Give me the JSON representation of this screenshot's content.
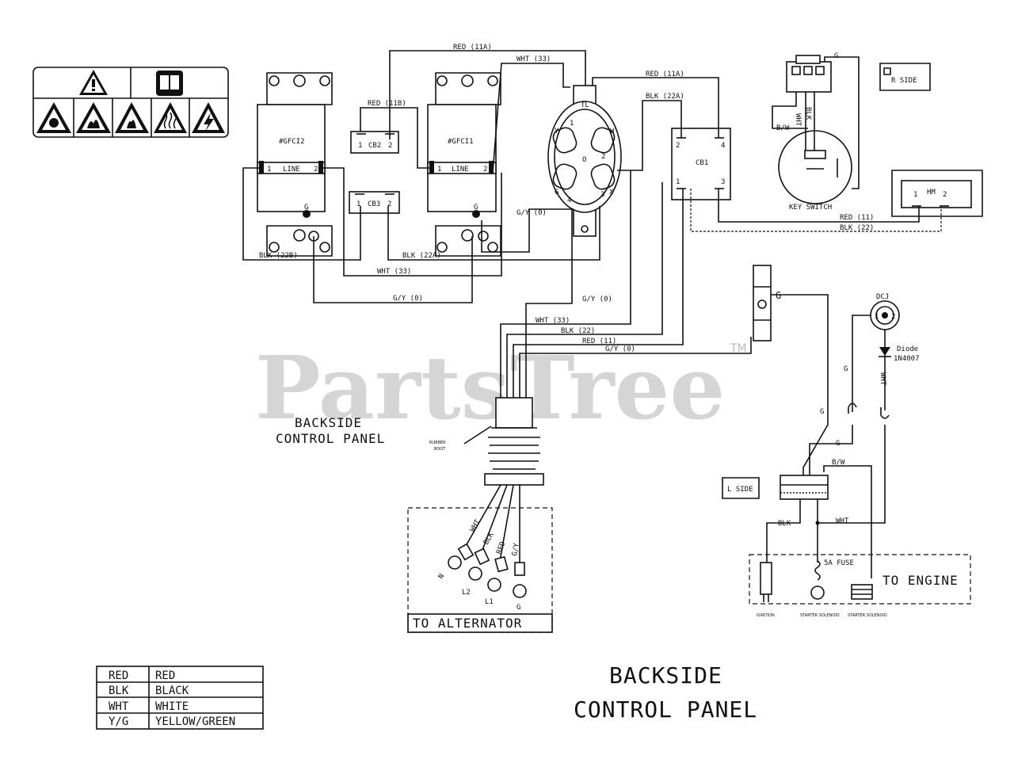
{
  "watermark": {
    "text": "PartsTree",
    "tm": "TM"
  },
  "outlets": [
    {
      "id": "gfci2",
      "name": "#GFCI2",
      "line": "LINE",
      "pin1": "1",
      "pin2": "2",
      "ground": "G"
    },
    {
      "id": "gfci1",
      "name": "#GFCI1",
      "line": "LINE",
      "pin1": "1",
      "pin2": "2",
      "ground": "G"
    }
  ],
  "breakers": {
    "cb2": {
      "name": "CB2",
      "pin1": "1",
      "pin2": "2"
    },
    "cb3": {
      "name": "CB3",
      "pin1": "1",
      "pin2": "2"
    },
    "cb1": {
      "name": "CB1",
      "pins": [
        "2",
        "4",
        "1",
        "3"
      ]
    }
  },
  "twistlock": {
    "name": "TL",
    "pins": [
      "Y",
      "1",
      "O",
      "W",
      "2",
      "G",
      "4",
      "3",
      "X"
    ]
  },
  "key_switch": {
    "label": "KEY SWITCH",
    "wires": [
      "G",
      "WHT",
      "BLK",
      "B/W"
    ]
  },
  "hour_meter": {
    "name": "HM",
    "pin1": "1",
    "pin2": "2"
  },
  "side_labels": {
    "r_side": "R SIDE",
    "l_side": "L SIDE"
  },
  "wire_labels": {
    "red_11a_top": "RED (11A)",
    "wht_33_top": "WHT (33)",
    "red_11b": "RED (11B)",
    "red_11a_right": "RED (11A)",
    "blk_22a_right": "BLK (22A)",
    "gy_0_center": "G/Y (0)",
    "blk_22b": "BLK (22B)",
    "blk_22a": "BLK (22A)",
    "wht_33_mid": "WHT (33)",
    "gy_0_low": "G/Y (0)",
    "red_11": "RED (11)",
    "blk_22": "BLK (22)",
    "gy_0_bundle": "G/Y (0)",
    "wht_33_bundle": "WHT (33)",
    "blk_22_bundle": "BLK (22)",
    "red_11_bundle": "RED (11)",
    "gy_0_bundle2": "G/Y (0)",
    "ground_g": "G"
  },
  "panel_title_left": {
    "line1": "BACKSIDE",
    "line2": "CONTROL PANEL"
  },
  "panel_title_bottom": {
    "line1": "BACKSIDE",
    "line2": "CONTROL PANEL"
  },
  "rubber_boot": {
    "line1": "RUBBER",
    "line2": "BOOT"
  },
  "alternator": {
    "label": "TO ALTERNATOR",
    "wires": [
      "WHT",
      "BLK",
      "RED",
      "G/Y"
    ],
    "terminals": [
      "N",
      "L2",
      "L1",
      "G"
    ]
  },
  "engine": {
    "label": "TO ENGINE",
    "fuse": "5A FUSE",
    "parts": [
      "IGNITION",
      "STARTER SOLENOID",
      "STARTER SOLENOID"
    ],
    "wires": {
      "blk": "BLK",
      "wht": "WHT",
      "bw": "B/W",
      "g1": "G",
      "g2": "G",
      "g3": "G",
      "wht_v": "WHT"
    }
  },
  "dc_jack": {
    "name": "DCJ",
    "pin1": "1",
    "pin2": "2"
  },
  "diode": {
    "line1": "Diode",
    "line2": "1N4007"
  },
  "color_legend": [
    {
      "code": "RED",
      "name": "RED"
    },
    {
      "code": "BLK",
      "name": "BLACK"
    },
    {
      "code": "WHT",
      "name": "WHITE"
    },
    {
      "code": "Y/G",
      "name": "YELLOW/GREEN"
    }
  ]
}
